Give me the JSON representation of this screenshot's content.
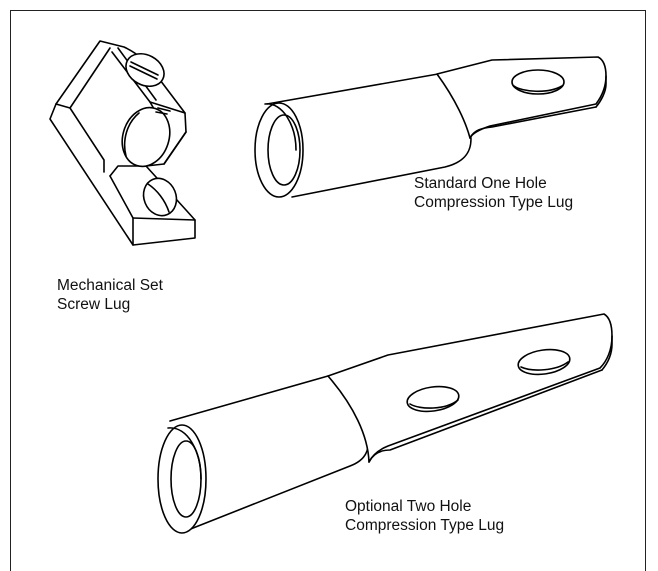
{
  "figure": {
    "mechanical_lug": {
      "line1": "Mechanical Set",
      "line2": "Screw Lug"
    },
    "one_hole_lug": {
      "line1": "Standard One Hole",
      "line2": "Compression Type Lug"
    },
    "two_hole_lug": {
      "line1": "Optional Two Hole",
      "line2": "Compression Type Lug"
    }
  }
}
